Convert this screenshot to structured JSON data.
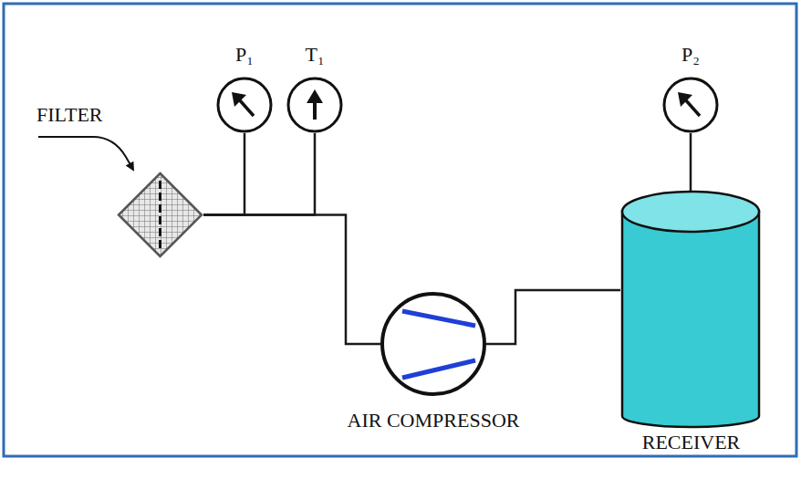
{
  "diagram": {
    "nodes": [
      {
        "text": [
          "FILTER"
        ]
      },
      {
        "text": [
          "P₁"
        ]
      },
      {
        "text": [
          "T₁"
        ]
      },
      {
        "text": [
          "AIR COMPRESSOR"
        ]
      },
      {
        "text": [
          "RECEIVER"
        ]
      },
      {
        "text": [
          "P₂"
        ]
      }
    ],
    "edges": [
      {
        "from": 0,
        "to": 1,
        "arrow": "none"
      },
      {
        "from": 0,
        "to": 2,
        "arrow": "none"
      },
      {
        "from": 0,
        "to": 3,
        "arrow": "none"
      },
      {
        "from": 3,
        "to": 4,
        "arrow": "none"
      },
      {
        "from": 4,
        "to": 5,
        "arrow": "none"
      }
    ]
  }
}
